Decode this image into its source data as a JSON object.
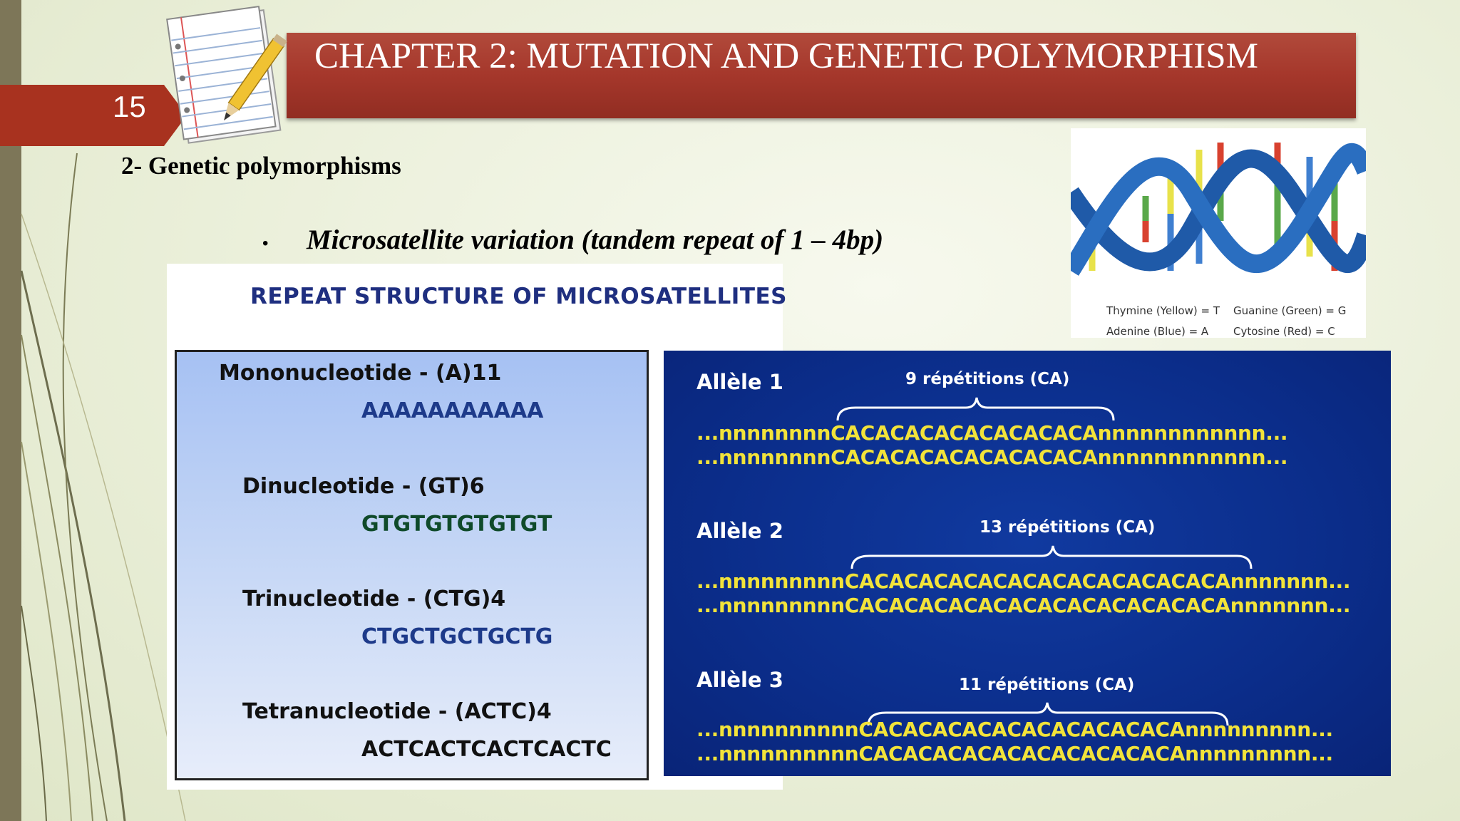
{
  "header": {
    "slide_number": "15",
    "title": "CHAPTER 2: MUTATION AND GENETIC POLYMORPHISM"
  },
  "content": {
    "subtitle": "2- Genetic polymorphisms",
    "bullet": "Microsatellite variation (tandem repeat of 1 – 4bp)"
  },
  "figure": {
    "title": "REPEAT STRUCTURE OF MICROSATELLITES",
    "types": [
      {
        "label": "Mononucleotide - (A)11",
        "sequence": "AAAAAAAAAAA",
        "color": "#1d3a8a"
      },
      {
        "label": "Dinucleotide - (GT)6",
        "sequence": "GTGTGTGTGTGT",
        "color": "#0f4a2a"
      },
      {
        "label": "Trinucleotide - (CTG)4",
        "sequence": "CTGCTGCTGCTG",
        "color": "#1d3a8a"
      },
      {
        "label": "Tetranucleotide - (ACTC)4",
        "sequence": "ACTCACTCACTCACTC",
        "color": "#111111"
      }
    ],
    "alleles": [
      {
        "label": "Allèle 1",
        "repeats": "9 répétitions (CA)",
        "seq1": "...nnnnnnnnCACACACACACACACACAnnnnnnnnnnnn...",
        "seq2": "...nnnnnnnnCACACACACACACACACAnnnnnnnnnnnn..."
      },
      {
        "label": "Allèle 2",
        "repeats": "13 répétitions (CA)",
        "seq1": "...nnnnnnnnnCACACACACACACACACACACACACAnnnnnnn...",
        "seq2": "...nnnnnnnnnCACACACACACACACACACACACACAnnnnnnn..."
      },
      {
        "label": "Allèle 3",
        "repeats": "11 répétitions (CA)",
        "seq1": "...nnnnnnnnnnCACACACACACACACACACACAnnnnnnnnn...",
        "seq2": "...nnnnnnnnnnCACACACACACACACACACACAnnnnnnnnn..."
      }
    ]
  },
  "dna_image": {
    "legend": {
      "thymine": "Thymine (Yellow) = T",
      "guanine": "Guanine (Green)  = G",
      "adenine": "Adenine (Blue) = A",
      "cytosine": "Cytosine (Red)  = C"
    },
    "colors": {
      "thymine": "#e8e24a",
      "guanine": "#5aa84a",
      "adenine": "#3f7fd0",
      "cytosine": "#d8412f",
      "backbone": "#1f5aa8"
    }
  }
}
